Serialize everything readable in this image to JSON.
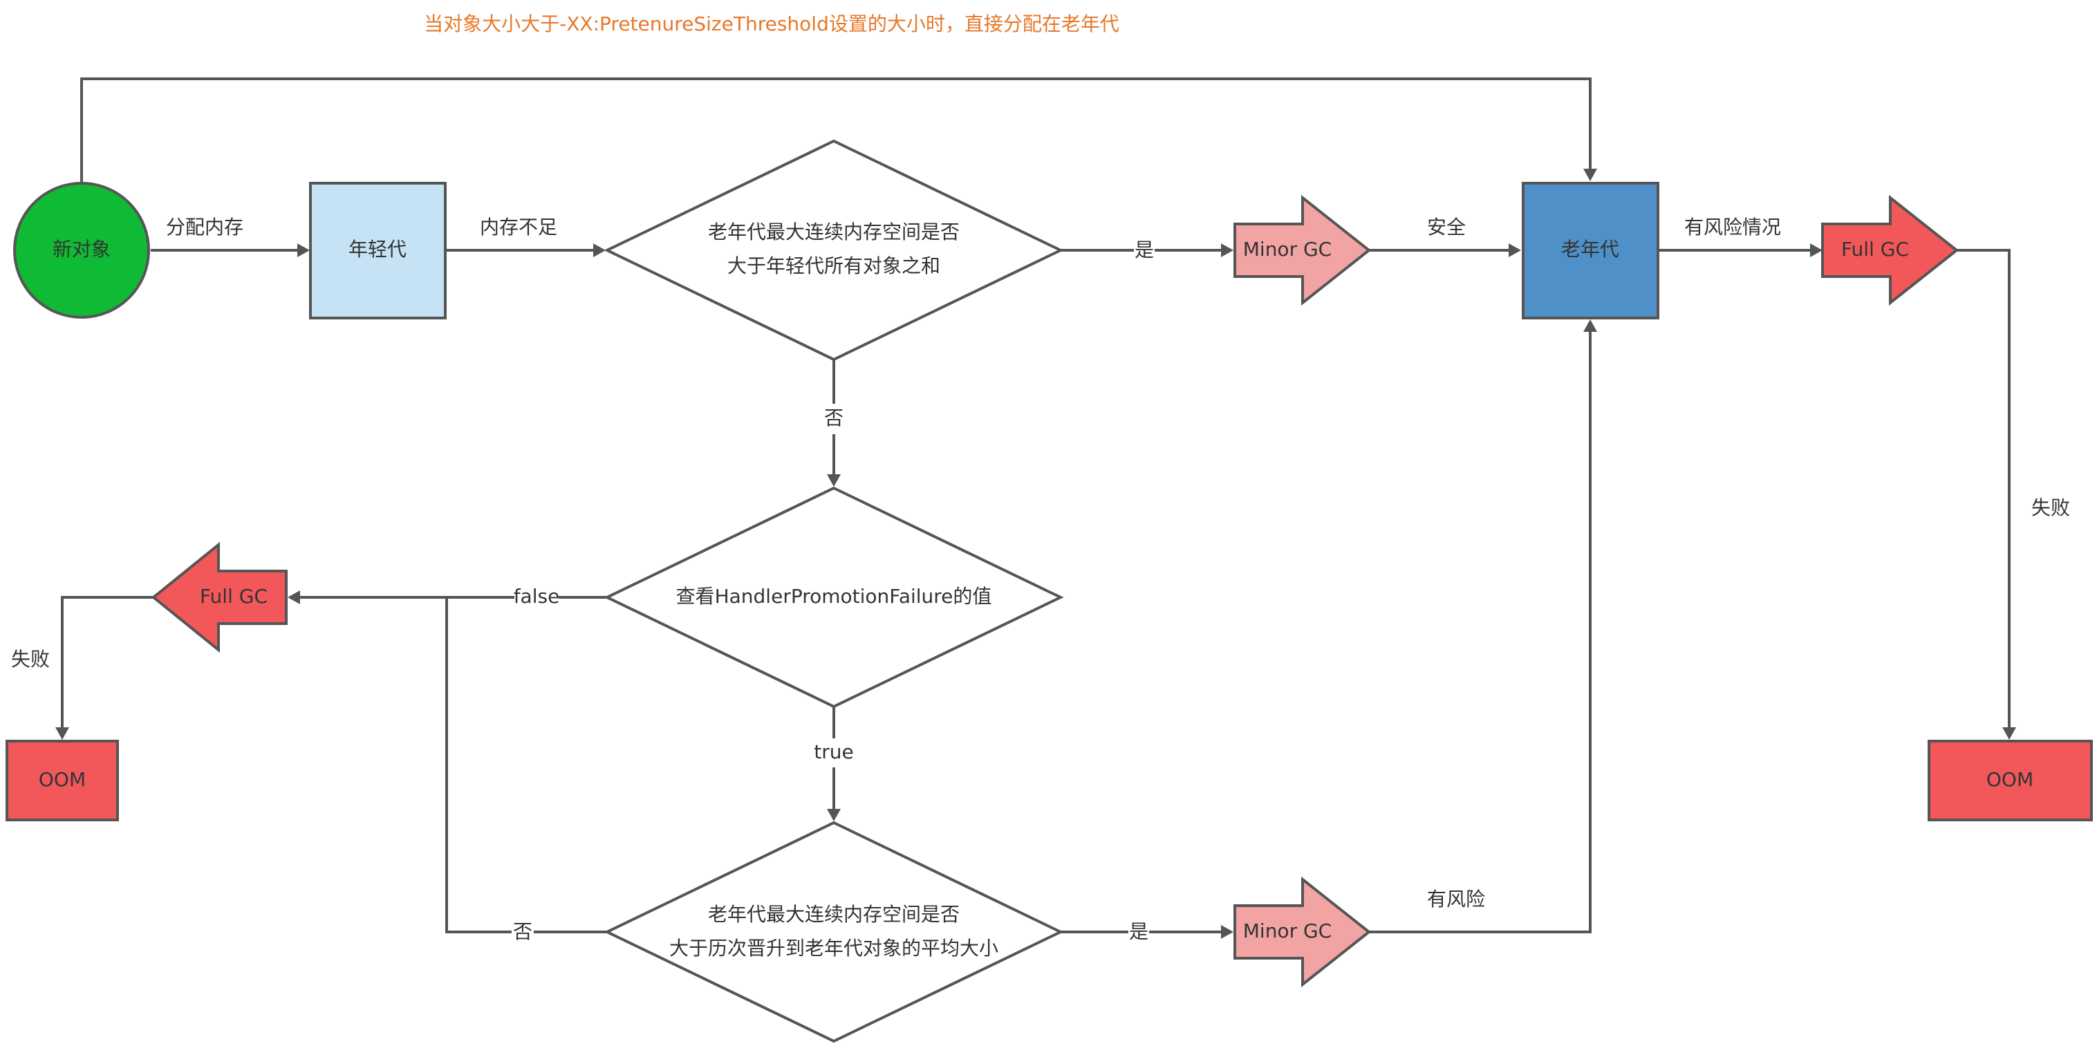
{
  "colors": {
    "new_object": "#0fba34",
    "young_gen": "#c5e3f5",
    "old_gen": "#5090c8",
    "minor_gc": "#f2a4a4",
    "full_gc": "#f2585a",
    "oom": "#f2585a",
    "edge": "#555555",
    "title": "#e6782a",
    "safe": "#1ea843",
    "risk": "#d92d2d"
  },
  "title": "当对象大小大于-XX:PretenureSizeThreshold设置的大小时，直接分配在老年代",
  "nodes": {
    "new_object": "新对象",
    "young_gen": "年轻代",
    "decision1_line1": "老年代最大连续内存空间是否",
    "decision1_line2": "大于年轻代所有对象之和",
    "minor_gc_top": "Minor GC",
    "old_gen": "老年代",
    "full_gc_right": "Full GC",
    "oom_right": "OOM",
    "decision2": "查看HandlerPromotionFailure的值",
    "full_gc_left": "Full GC",
    "oom_left": "OOM",
    "decision3_line1": "老年代最大连续内存空间是否",
    "decision3_line2": "大于历次晋升到老年代对象的平均大小",
    "minor_gc_bottom": "Minor GC"
  },
  "edge_labels": {
    "allocate_memory": "分配内存",
    "insufficient_memory": "内存不足",
    "yes_top": "是",
    "safe": "安全",
    "risky_case": "有风险情况",
    "fail_right": "失败",
    "no_top": "否",
    "false": "false",
    "fail_left": "失败",
    "true": "true",
    "no_bottom": "否",
    "yes_bottom": "是",
    "risky": "有风险"
  }
}
